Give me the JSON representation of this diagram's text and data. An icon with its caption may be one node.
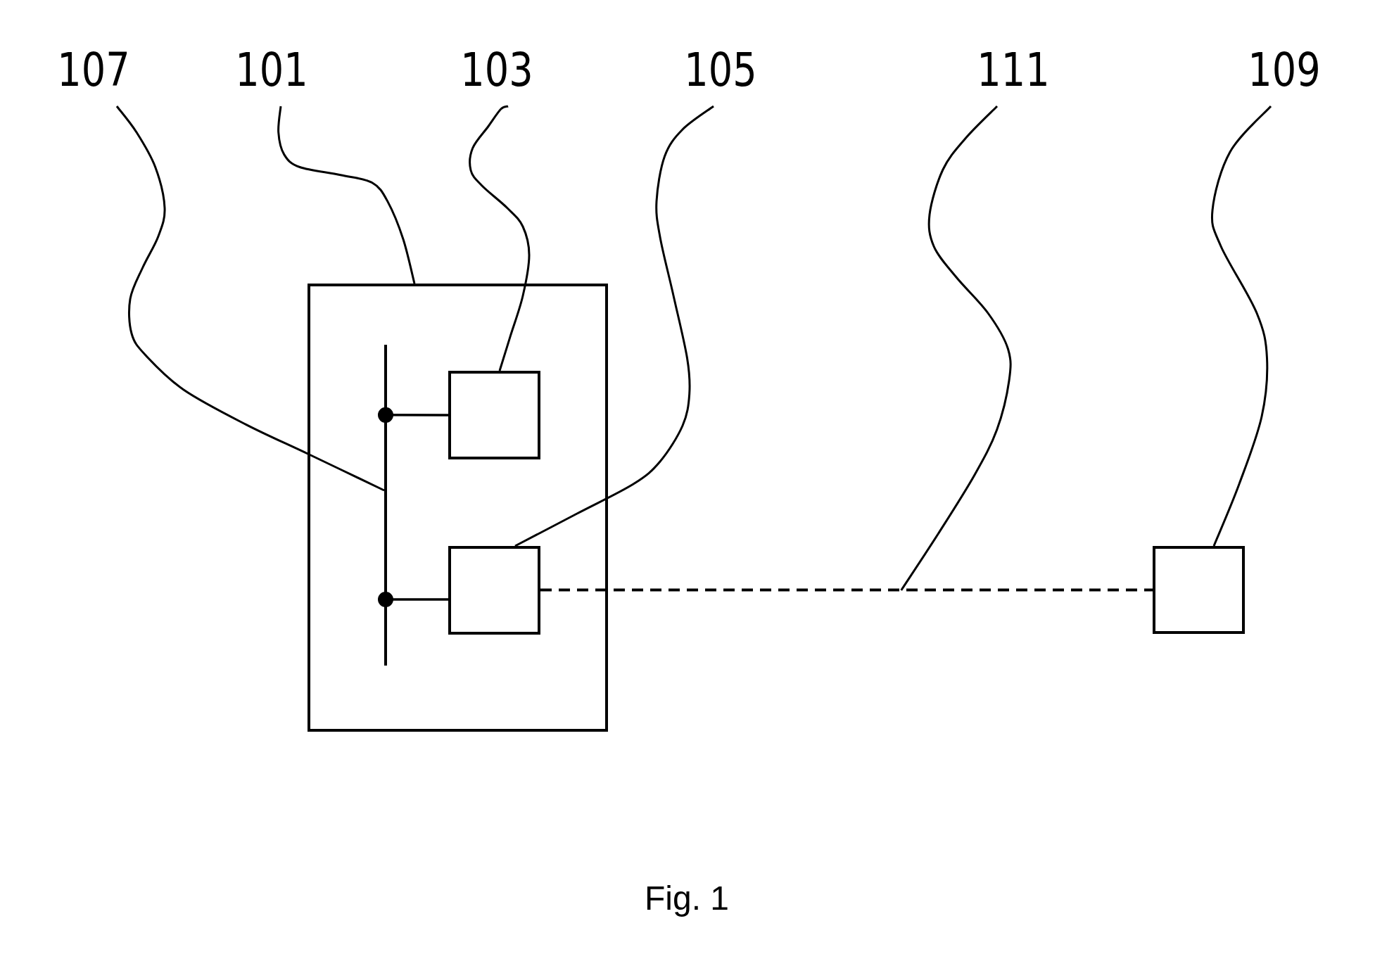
{
  "diagram": {
    "caption": "Fig. 1",
    "nodes": [
      {
        "text": [
          "107"
        ]
      },
      {
        "text": [
          "101"
        ]
      },
      {
        "text": [
          "103"
        ]
      },
      {
        "text": [
          "105"
        ]
      },
      {
        "text": [
          "111"
        ]
      },
      {
        "text": [
          "109"
        ]
      },
      {
        "text": [],
        "shape": "box"
      },
      {
        "text": [],
        "shape": "bar",
        "in": 6
      },
      {
        "text": [],
        "shape": "box",
        "in": 6
      },
      {
        "text": [],
        "shape": "box",
        "in": 6
      },
      {
        "text": [],
        "shape": "box"
      }
    ],
    "edges": [
      {
        "from": 0,
        "to": 7,
        "arrow": "none"
      },
      {
        "from": 1,
        "to": 6,
        "arrow": "none"
      },
      {
        "from": 2,
        "to": 8,
        "arrow": "none"
      },
      {
        "from": 3,
        "to": 9,
        "arrow": "none"
      },
      {
        "from": 4,
        "to": null,
        "arrow": "none"
      },
      {
        "from": 5,
        "to": 10,
        "arrow": "none"
      },
      {
        "from": 7,
        "to": 8,
        "arrow": "other"
      },
      {
        "from": 7,
        "to": 9,
        "arrow": "other"
      },
      {
        "from": 9,
        "to": 10,
        "arrow": "none",
        "style": "dashed"
      }
    ]
  }
}
